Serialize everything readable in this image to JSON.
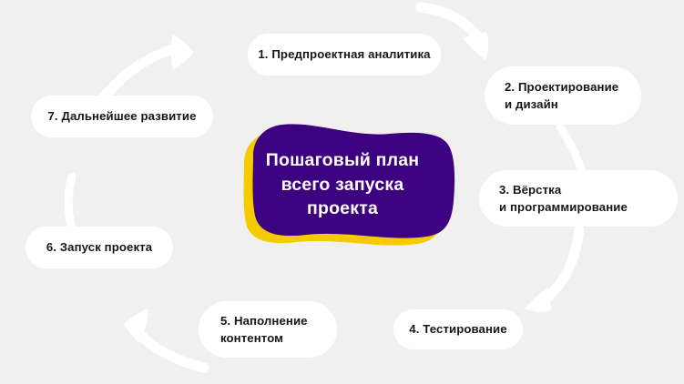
{
  "diagram": {
    "title": "Пошаговый план\nвсего запуска\nпроекта",
    "background_color": "#f0f0f0",
    "badge_fill": "#3d0080",
    "badge_shadow": "#f5cb00",
    "pill_fill": "#ffffff",
    "pill_text_color": "#15161a",
    "arrow_color": "#ffffff",
    "steps": [
      {
        "id": 1,
        "label": "1. Предпроектная аналитика"
      },
      {
        "id": 2,
        "label": "2. Проектирование\nи дизайн"
      },
      {
        "id": 3,
        "label": "3. Вёрстка\nи программирование"
      },
      {
        "id": 4,
        "label": "4. Тестирование"
      },
      {
        "id": 5,
        "label": "5. Наполнение\n    контентом"
      },
      {
        "id": 6,
        "label": "6. Запуск проекта"
      },
      {
        "id": 7,
        "label": "7. Дальнейшее развитие"
      }
    ],
    "connectors": [
      {
        "from": 1,
        "to": 2,
        "style": "curved-arrow",
        "direction": "down-right"
      },
      {
        "from": 2,
        "to": 3,
        "style": "curved-stroke",
        "direction": "down"
      },
      {
        "from": 3,
        "to": 4,
        "style": "curved-arrow",
        "direction": "down-left"
      },
      {
        "from": 4,
        "to": 5,
        "style": "none",
        "direction": "left"
      },
      {
        "from": 5,
        "to": 6,
        "style": "curved-arrow",
        "direction": "up-left"
      },
      {
        "from": 6,
        "to": 7,
        "style": "curved-stroke",
        "direction": "up"
      },
      {
        "from": 7,
        "to": 1,
        "style": "curved-arrow",
        "direction": "up-right"
      }
    ]
  }
}
